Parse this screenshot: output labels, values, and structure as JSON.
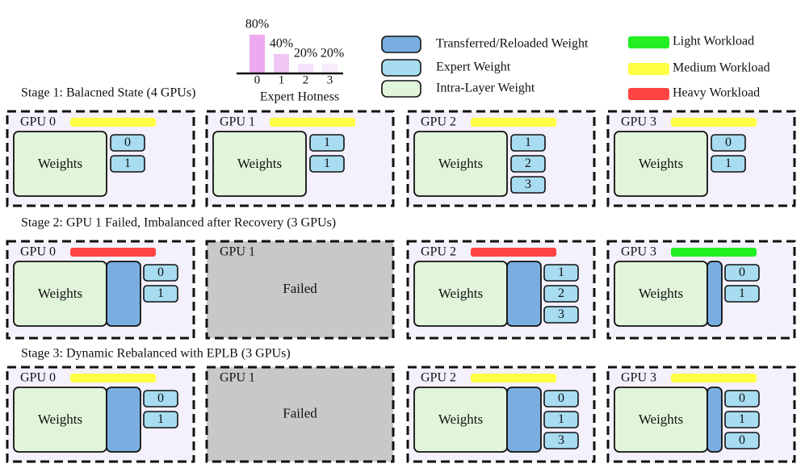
{
  "hotness_chart": {
    "title": "Expert Hotness",
    "categories": [
      "0",
      "1",
      "2",
      "3"
    ],
    "values": [
      80,
      40,
      20,
      20
    ],
    "value_labels": [
      "80%",
      "40%",
      "20%",
      "20%"
    ],
    "colors": [
      "#eeaaf0",
      "#f0c6f5",
      "#f6e2fa",
      "#f8ebfb"
    ]
  },
  "legend_weights": [
    {
      "label": "Transferred/Reloaded Weight",
      "fill": "#7aaee0"
    },
    {
      "label": "Expert Weight",
      "fill": "#a8dcf0"
    },
    {
      "label": "Intra-Layer Weight",
      "fill": "#e1f5da"
    }
  ],
  "legend_workloads": [
    {
      "label": "Light Workload",
      "color": "#22ee22"
    },
    {
      "label": "Medium Workload",
      "color": "#ffff44"
    },
    {
      "label": "Heavy Workload",
      "color": "#ff4444"
    }
  ],
  "weights_label": "Weights",
  "failed_label": "Failed",
  "stages": [
    {
      "title": "Stage 1: Balacned State (4 GPUs)",
      "gpus": [
        {
          "name": "GPU 0",
          "status": "ok",
          "workload": "medium",
          "reloaded": false,
          "experts": [
            "0",
            "1"
          ]
        },
        {
          "name": "GPU 1",
          "status": "ok",
          "workload": "medium",
          "reloaded": false,
          "experts": [
            "1",
            "1"
          ]
        },
        {
          "name": "GPU 2",
          "status": "ok",
          "workload": "medium",
          "reloaded": false,
          "experts": [
            "1",
            "2",
            "3"
          ]
        },
        {
          "name": "GPU 3",
          "status": "ok",
          "workload": "medium",
          "reloaded": false,
          "experts": [
            "0",
            "1"
          ]
        }
      ]
    },
    {
      "title": "Stage 2: GPU 1 Failed, Imbalanced after Recovery (3 GPUs)",
      "gpus": [
        {
          "name": "GPU 0",
          "status": "ok",
          "workload": "heavy",
          "reloaded": true,
          "reloaded_size": "wide",
          "experts": [
            "0",
            "1"
          ]
        },
        {
          "name": "GPU 1",
          "status": "failed",
          "experts": []
        },
        {
          "name": "GPU 2",
          "status": "ok",
          "workload": "heavy",
          "reloaded": true,
          "reloaded_size": "wide",
          "experts": [
            "1",
            "2",
            "3"
          ]
        },
        {
          "name": "GPU 3",
          "status": "ok",
          "workload": "light",
          "reloaded": true,
          "reloaded_size": "narrow",
          "experts": [
            "0",
            "1"
          ]
        }
      ]
    },
    {
      "title": "Stage 3: Dynamic Rebalanced with EPLB (3 GPUs)",
      "gpus": [
        {
          "name": "GPU 0",
          "status": "ok",
          "workload": "medium",
          "reloaded": true,
          "reloaded_size": "wide",
          "experts": [
            "0",
            "1"
          ]
        },
        {
          "name": "GPU 1",
          "status": "failed",
          "experts": []
        },
        {
          "name": "GPU 2",
          "status": "ok",
          "workload": "medium",
          "reloaded": true,
          "reloaded_size": "wide",
          "experts": [
            "0",
            "1",
            "3"
          ]
        },
        {
          "name": "GPU 3",
          "status": "ok",
          "workload": "medium",
          "reloaded": true,
          "reloaded_size": "narrow",
          "experts": [
            "0",
            "1",
            "0"
          ]
        }
      ]
    }
  ],
  "colors": {
    "gpu_bg": "#f4f0fc",
    "failed_bg": "#c8c8c8",
    "weights_fill": "#e1f5da",
    "expert_fill": "#a8dcf0",
    "reloaded_fill": "#7aaee0",
    "workload_light": "#22ee22",
    "workload_medium": "#ffff44",
    "workload_heavy": "#ff4444"
  }
}
